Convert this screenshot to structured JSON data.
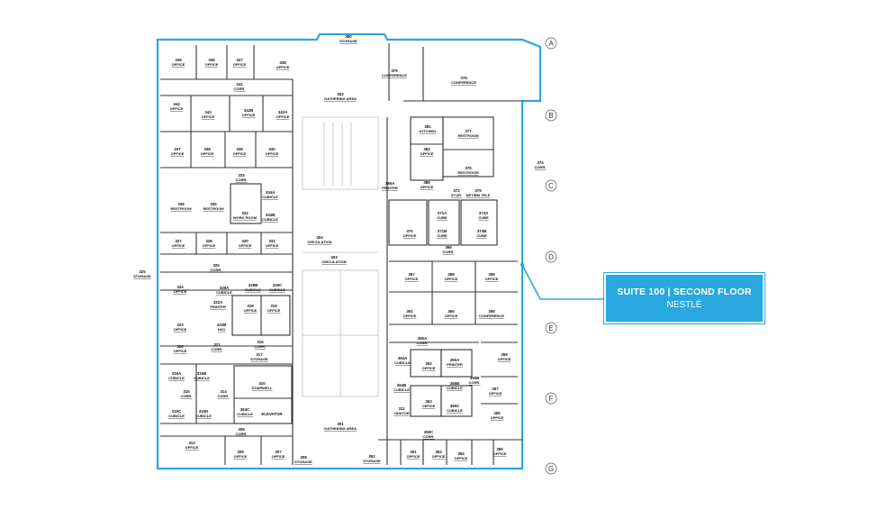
{
  "callout": {
    "title": "SUITE 100 | SECOND FLOOR",
    "subtitle": "NESTLÉ"
  },
  "colors": {
    "accent": "#29a8e0",
    "wall": "#333333",
    "thin": "#888888"
  },
  "grid_labels": [
    "A",
    "B",
    "C",
    "D",
    "E",
    "F",
    "G"
  ],
  "rooms": [
    {
      "num": "380",
      "name": "STORAGE"
    },
    {
      "num": "345",
      "name": "OFFICE"
    },
    {
      "num": "346",
      "name": "OFFICE"
    },
    {
      "num": "347",
      "name": "OFFICE"
    },
    {
      "num": "348",
      "name": "OFFICE"
    },
    {
      "num": "341",
      "name": "CORR."
    },
    {
      "num": "379",
      "name": "CONFERENCE"
    },
    {
      "num": "378",
      "name": "CONFERENCE"
    },
    {
      "num": "302",
      "name": "GATHERING AREA"
    },
    {
      "num": "344",
      "name": "OFFICE"
    },
    {
      "num": "343",
      "name": "OFFICE"
    },
    {
      "num": "342B",
      "name": "OFFICE"
    },
    {
      "num": "342A",
      "name": "OFFICE"
    },
    {
      "num": "381",
      "name": "KITCHEN"
    },
    {
      "num": "377",
      "name": "RESTROOM"
    },
    {
      "num": "382",
      "name": "OFFICE"
    },
    {
      "num": "337",
      "name": "OFFICE"
    },
    {
      "num": "338",
      "name": "OFFICE"
    },
    {
      "num": "339",
      "name": "OFFICE"
    },
    {
      "num": "340",
      "name": "OFFICE"
    },
    {
      "num": "376",
      "name": "RESTROOM"
    },
    {
      "num": "374",
      "name": "CORR."
    },
    {
      "num": "333",
      "name": "CORR."
    },
    {
      "num": "385A",
      "name": "PRINTER"
    },
    {
      "num": "385",
      "name": "OFFICE"
    },
    {
      "num": "372",
      "name": "STOR."
    },
    {
      "num": "375",
      "name": "NET/BM TELE"
    },
    {
      "num": "334A",
      "name": "CUBICLE"
    },
    {
      "num": "336",
      "name": "RESTROOM"
    },
    {
      "num": "335",
      "name": "RESTROOM"
    },
    {
      "num": "332",
      "name": "WORK ROOM"
    },
    {
      "num": "334B",
      "name": "CUBICLE"
    },
    {
      "num": "371A",
      "name": "CUBE"
    },
    {
      "num": "373A",
      "name": "CUBE"
    },
    {
      "num": "370",
      "name": "OFFICE"
    },
    {
      "num": "371B",
      "name": "CUBE"
    },
    {
      "num": "373B",
      "name": "CUBE"
    },
    {
      "num": "304",
      "name": "CIRCULATION"
    },
    {
      "num": "327",
      "name": "OFFICE"
    },
    {
      "num": "328",
      "name": "OFFICE"
    },
    {
      "num": "330",
      "name": "OFFICE"
    },
    {
      "num": "331",
      "name": "OFFICE"
    },
    {
      "num": "366",
      "name": "CORR."
    },
    {
      "num": "303",
      "name": "CIRCULATION"
    },
    {
      "num": "326",
      "name": "CORR."
    },
    {
      "num": "325",
      "name": "STORAGE"
    },
    {
      "num": "367",
      "name": "OFFICE"
    },
    {
      "num": "368",
      "name": "OFFICE"
    },
    {
      "num": "369",
      "name": "OFFICE"
    },
    {
      "num": "324",
      "name": "OFFICE"
    },
    {
      "num": "329A",
      "name": "CUBICLE"
    },
    {
      "num": "329B",
      "name": "CUBICLE"
    },
    {
      "num": "329C",
      "name": "CUBICLE"
    },
    {
      "num": "322A",
      "name": "PRINTER"
    },
    {
      "num": "318",
      "name": "OFFICE"
    },
    {
      "num": "319",
      "name": "OFFICE"
    },
    {
      "num": "361",
      "name": "OFFICE"
    },
    {
      "num": "365",
      "name": "OFFICE"
    },
    {
      "num": "358",
      "name": "CONFERENCE"
    },
    {
      "num": "323",
      "name": "OFFICE"
    },
    {
      "num": "322B",
      "name": "H2O"
    },
    {
      "num": "360A",
      "name": "CORR."
    },
    {
      "num": "316",
      "name": "CORR."
    },
    {
      "num": "320",
      "name": "OFFICE"
    },
    {
      "num": "321",
      "name": "CORR."
    },
    {
      "num": "317",
      "name": "STORAGE"
    },
    {
      "num": "359",
      "name": "OFFICE"
    },
    {
      "num": "364A",
      "name": "CUBICLE"
    },
    {
      "num": "362",
      "name": "OFFICE"
    },
    {
      "num": "360A",
      "name": "PRINTER"
    },
    {
      "num": "315A",
      "name": "CUBICLE"
    },
    {
      "num": "315B",
      "name": "CUBICLE"
    },
    {
      "num": "310",
      "name": "STAIRWELL"
    },
    {
      "num": "364B",
      "name": "CUBICLE"
    },
    {
      "num": "365B",
      "name": "CUBICLE"
    },
    {
      "num": "350B",
      "name": "CORR."
    },
    {
      "num": "357",
      "name": "OFFICE"
    },
    {
      "num": "315",
      "name": "CORR."
    },
    {
      "num": "314",
      "name": "CORR."
    },
    {
      "num": "363",
      "name": "OFFICE"
    },
    {
      "num": "311",
      "name": "JANITOR"
    },
    {
      "num": "364C",
      "name": "CUBICLE"
    },
    {
      "num": "365C",
      "name": "CUBICLE"
    },
    {
      "num": "356",
      "name": "OFFICE"
    },
    {
      "num": "315C",
      "name": "CUBICLE"
    },
    {
      "num": "315D",
      "name": "CUBICLE"
    },
    {
      "num": "ELEVATOR",
      "name": ""
    },
    {
      "num": "301",
      "name": "GATHERING AREA"
    },
    {
      "num": "306",
      "name": "CORR."
    },
    {
      "num": "350C",
      "name": "CORR."
    },
    {
      "num": "312",
      "name": "OFFICE"
    },
    {
      "num": "309",
      "name": "OFFICE"
    },
    {
      "num": "307",
      "name": "OFFICE"
    },
    {
      "num": "308",
      "name": "STORAGE"
    },
    {
      "num": "352",
      "name": "STORAGE"
    },
    {
      "num": "351",
      "name": "OFFICE"
    },
    {
      "num": "353",
      "name": "OFFICE"
    },
    {
      "num": "354",
      "name": "OFFICE"
    },
    {
      "num": "355",
      "name": "OFFICE"
    }
  ]
}
